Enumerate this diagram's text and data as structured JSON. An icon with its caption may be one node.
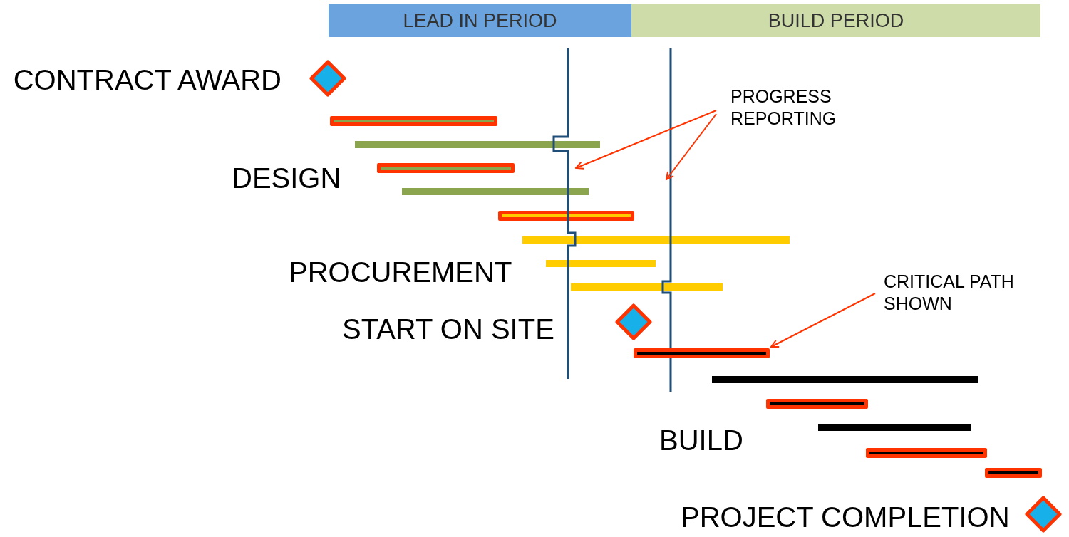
{
  "diagram": {
    "nodes": [
      {
        "text": [
          "LEAD IN PERIOD"
        ]
      },
      {
        "text": [
          "BUILD PERIOD"
        ]
      },
      {
        "text": [],
        "shape": "diamond",
        "beside": [
          "CONTRACT AWARD"
        ]
      },
      {
        "text": [],
        "shape": "diamond"
      },
      {
        "text": [],
        "shape": "diamond",
        "beside": [
          "PROJECT COMPLETION"
        ]
      },
      {
        "text": [
          "PROGRESS REPORTING"
        ]
      },
      {
        "text": [],
        "shape": "line"
      },
      {
        "text": [],
        "shape": "line"
      },
      {
        "text": [
          "CRITICAL PATH SHOWN"
        ]
      },
      {
        "text": [],
        "shape": "bar"
      }
    ],
    "edges": [
      {
        "from": 5,
        "to": 6,
        "arrow": "to"
      },
      {
        "from": 5,
        "to": 7,
        "arrow": "to"
      },
      {
        "from": 8,
        "to": 9,
        "arrow": "to"
      }
    ],
    "labels": [
      "DESIGN",
      "PROCUREMENT",
      "START ON SITE",
      "BUILD"
    ]
  }
}
